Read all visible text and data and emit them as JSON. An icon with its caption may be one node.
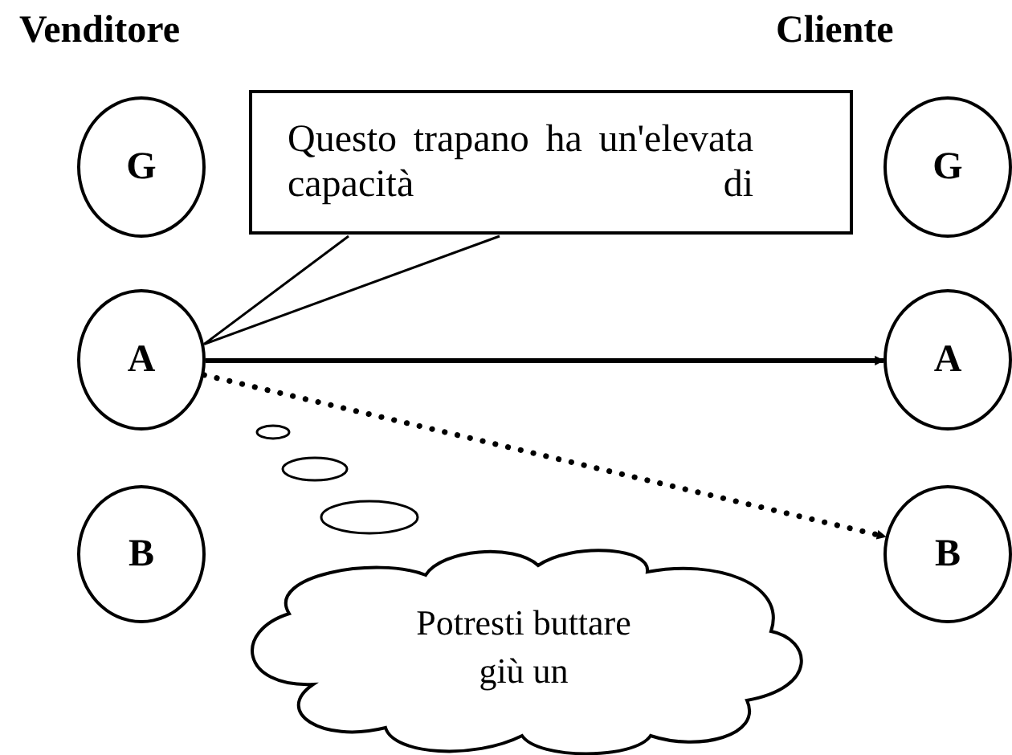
{
  "diagram": {
    "nodes": [
      {
        "text": [
          "G"
        ]
      },
      {
        "text": [
          "A"
        ]
      },
      {
        "text": [
          "B"
        ]
      },
      {
        "text": [
          "G"
        ]
      },
      {
        "text": [
          "A"
        ]
      },
      {
        "text": [
          "B"
        ]
      },
      {
        "text": [
          "Questo trapano ha un'elevata capacità di"
        ]
      },
      {
        "text": [
          "Potresti buttare giù un"
        ]
      }
    ],
    "edges": [
      {
        "from": 1,
        "to": 4,
        "arrow": "to"
      },
      {
        "from": 1,
        "to": 5,
        "arrow": "to",
        "style": "dashed"
      },
      {
        "from": 6,
        "to": 1,
        "arrow": "none"
      }
    ],
    "labels": [
      "Venditore",
      "Cliente"
    ]
  }
}
